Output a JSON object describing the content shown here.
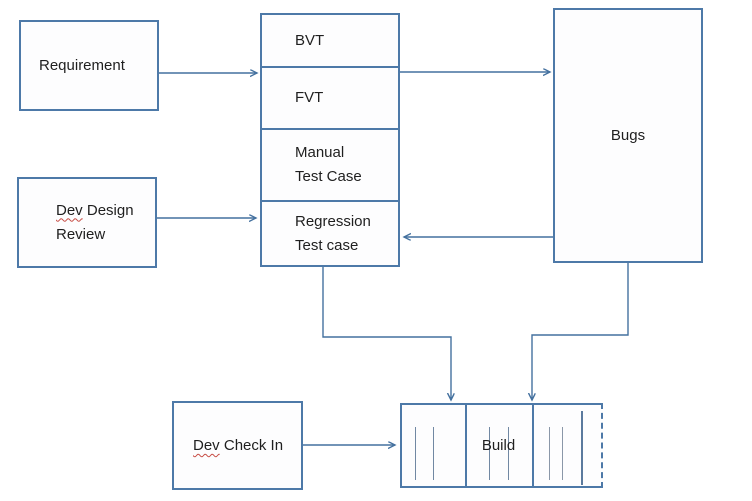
{
  "diagram": {
    "type": "flowchart",
    "colors": {
      "box_border": "#4d79a8",
      "connector_line": "#44719f",
      "text": "#1f1f1f",
      "spellcheck_underline": "#c64a42",
      "background": "#ffffff"
    },
    "boxes": {
      "requirement": {
        "label": "Requirement"
      },
      "dev_design_review": {
        "word1": "Dev",
        "rest1": " Design",
        "line2": "Review"
      },
      "test_stack": {
        "rows": [
          {
            "line1": "BVT",
            "line2": ""
          },
          {
            "line1": "FVT",
            "line2": ""
          },
          {
            "line1": "Manual",
            "line2": "Test Case"
          },
          {
            "line1": "Regression",
            "line2": "Test case"
          }
        ]
      },
      "bugs": {
        "label": "Bugs"
      },
      "dev_check_in": {
        "word1": "Dev",
        "rest1": " Check In"
      },
      "build": {
        "label": "Build"
      }
    },
    "connectors": [
      {
        "from": "requirement",
        "to": "test-stack",
        "direction": "right"
      },
      {
        "from": "test-stack",
        "to": "bugs",
        "direction": "right"
      },
      {
        "from": "dev-design-review",
        "to": "test-stack",
        "direction": "right"
      },
      {
        "from": "bugs",
        "to": "test-stack-regression",
        "direction": "left"
      },
      {
        "from": "test-stack-bottom",
        "to": "build-top",
        "direction": "down"
      },
      {
        "from": "bugs-bottom",
        "to": "build-top",
        "direction": "down"
      },
      {
        "from": "dev-check-in",
        "to": "build",
        "direction": "right"
      }
    ]
  }
}
